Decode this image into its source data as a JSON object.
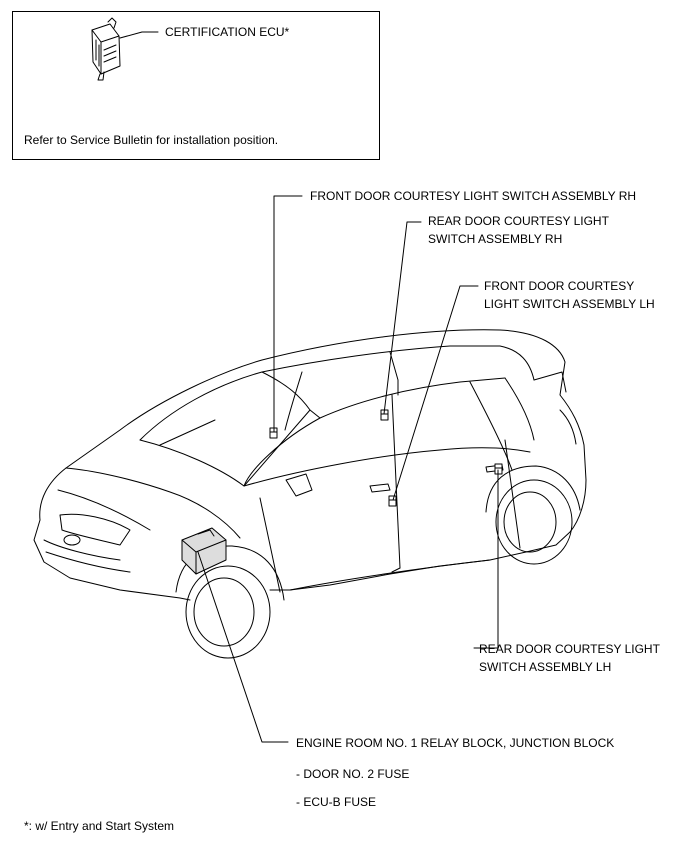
{
  "inset": {
    "component_label": "CERTIFICATION ECU*",
    "note": "Refer to Service Bulletin for installation position."
  },
  "labels": {
    "front_rh_line1": "FRONT DOOR COURTESY LIGHT SWITCH ASSEMBLY RH",
    "rear_rh_line1": "REAR DOOR COURTESY LIGHT",
    "rear_rh_line2": "SWITCH ASSEMBLY RH",
    "front_lh_line1": "FRONT DOOR COURTESY",
    "front_lh_line2": "LIGHT SWITCH ASSEMBLY LH",
    "rear_lh_line1": "REAR DOOR COURTESY LIGHT",
    "rear_lh_line2": "SWITCH ASSEMBLY LH",
    "relay_block": "ENGINE ROOM NO. 1 RELAY BLOCK, JUNCTION BLOCK",
    "fuse_1": "- DOOR NO. 2 FUSE",
    "fuse_2": "- ECU-B FUSE"
  },
  "footnote": "*: w/ Entry and Start System"
}
